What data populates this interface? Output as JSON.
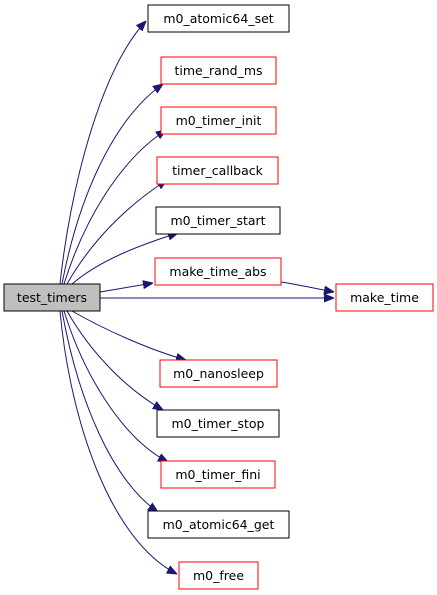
{
  "graph": {
    "root": {
      "id": "test_timers",
      "label": "test_timers"
    },
    "nodes": [
      {
        "id": "m0_atomic64_set",
        "label": "m0_atomic64_set",
        "border": "black"
      },
      {
        "id": "time_rand_ms",
        "label": "time_rand_ms",
        "border": "red"
      },
      {
        "id": "m0_timer_init",
        "label": "m0_timer_init",
        "border": "red"
      },
      {
        "id": "timer_callback",
        "label": "timer_callback",
        "border": "red"
      },
      {
        "id": "m0_timer_start",
        "label": "m0_timer_start",
        "border": "black"
      },
      {
        "id": "make_time_abs",
        "label": "make_time_abs",
        "border": "red"
      },
      {
        "id": "make_time",
        "label": "make_time",
        "border": "red"
      },
      {
        "id": "m0_nanosleep",
        "label": "m0_nanosleep",
        "border": "red"
      },
      {
        "id": "m0_timer_stop",
        "label": "m0_timer_stop",
        "border": "black"
      },
      {
        "id": "m0_timer_fini",
        "label": "m0_timer_fini",
        "border": "red"
      },
      {
        "id": "m0_atomic64_get",
        "label": "m0_atomic64_get",
        "border": "black"
      },
      {
        "id": "m0_free",
        "label": "m0_free",
        "border": "red"
      }
    ],
    "edges": [
      {
        "from": "test_timers",
        "to": "m0_atomic64_set"
      },
      {
        "from": "test_timers",
        "to": "time_rand_ms"
      },
      {
        "from": "test_timers",
        "to": "m0_timer_init"
      },
      {
        "from": "test_timers",
        "to": "timer_callback"
      },
      {
        "from": "test_timers",
        "to": "m0_timer_start"
      },
      {
        "from": "test_timers",
        "to": "make_time_abs"
      },
      {
        "from": "test_timers",
        "to": "make_time"
      },
      {
        "from": "make_time_abs",
        "to": "make_time"
      },
      {
        "from": "test_timers",
        "to": "m0_nanosleep"
      },
      {
        "from": "test_timers",
        "to": "m0_timer_stop"
      },
      {
        "from": "test_timers",
        "to": "m0_timer_fini"
      },
      {
        "from": "test_timers",
        "to": "m0_atomic64_get"
      },
      {
        "from": "test_timers",
        "to": "m0_free"
      }
    ],
    "colors": {
      "edge": "#191970",
      "red_border": "#ff0000",
      "black_border": "#000000",
      "root_fill": "#bfbfbf",
      "node_fill": "#ffffff"
    }
  }
}
